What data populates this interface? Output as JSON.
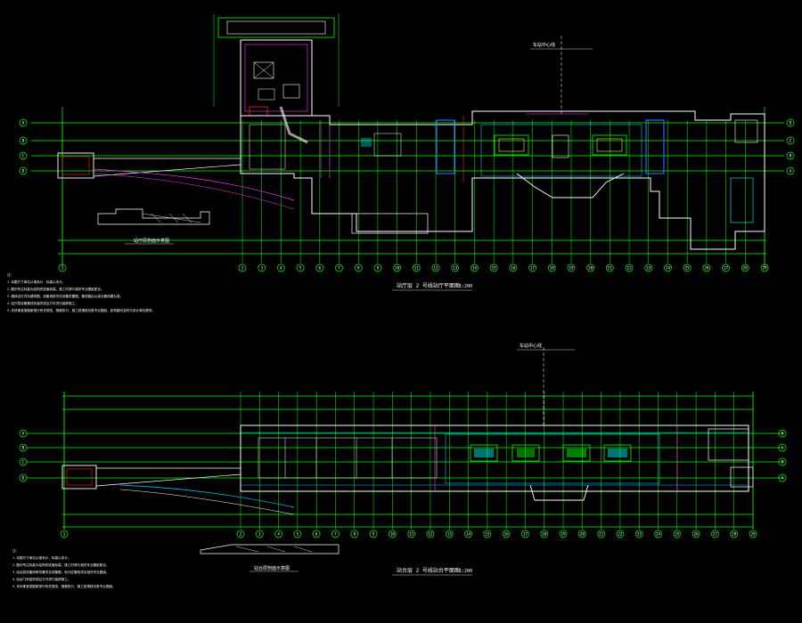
{
  "drawing": {
    "background": "#000000",
    "colors": {
      "axis": "#00ff00",
      "wall": "#ffffff",
      "pipe": "#ff33ff",
      "duct": "#00ccff",
      "equip": "#00ffff",
      "accent_red": "#ff2020",
      "accent_yellow": "#ffff00",
      "accent_blue": "#3366ff",
      "text": "#ffffff"
    },
    "top_plan": {
      "title": "站厅层  2 号线站厅平面图",
      "scale": "1:200",
      "section_detail_label": "站厅层剖面示意图",
      "axis_rows": [
        "A",
        "B",
        "C",
        "D"
      ],
      "axis_rows_right": [
        "D",
        "C",
        "B",
        "A"
      ],
      "axis_columns": [
        "1",
        "2",
        "3",
        "4",
        "5",
        "6",
        "7",
        "8",
        "9",
        "10",
        "11",
        "12",
        "13",
        "14",
        "15",
        "16",
        "17",
        "18",
        "19",
        "20",
        "21",
        "22",
        "23",
        "24",
        "25",
        "26",
        "27",
        "28",
        "29"
      ],
      "centerline_label": "车站中心线",
      "notes": [
        "注：",
        "1.本图尺寸单位以毫米计，标高以米计。",
        "2.图中所注标高为结构完成面标高，施工时请与相关专业图纸配合。",
        "3.墙体定位详见建筑图，设备用房详见设备布置图，管线路由以综合管线图为准。",
        "4.站厅层设备管线安装完成后方可进行装修施工。",
        "5.未尽事宜按国家现行有关规范、规程执行，施工前请核对各专业图纸，如有疑问及时与设计单位联系。"
      ]
    },
    "bottom_plan": {
      "title": "站台层  2 号线站台平面图",
      "scale": "1:200",
      "section_detail_label": "站台层剖面示意图",
      "axis_rows": [
        "A",
        "B",
        "C",
        "D"
      ],
      "axis_rows_right": [
        "D",
        "C",
        "B",
        "A"
      ],
      "axis_columns": [
        "1",
        "2",
        "3",
        "4",
        "5",
        "6",
        "7",
        "8",
        "9",
        "10",
        "11",
        "12",
        "13",
        "14",
        "15",
        "16",
        "17",
        "18",
        "19",
        "20",
        "21",
        "22",
        "23",
        "24",
        "25",
        "26",
        "27",
        "28",
        "29"
      ],
      "centerline_label": "车站中心线",
      "notes": [
        "注：",
        "1.本图尺寸单位以毫米计，标高以米计。",
        "2.图中所注标高为结构完成面标高，施工时请与相关专业图纸配合。",
        "3.站台层设备用房布置详见设备图，轨行区管线详见相关专业图纸。",
        "4.站台门安装完成后方可进行装修施工。",
        "5.未尽事宜按国家现行有关规范、规程执行，施工前请核对各专业图纸。"
      ]
    }
  }
}
